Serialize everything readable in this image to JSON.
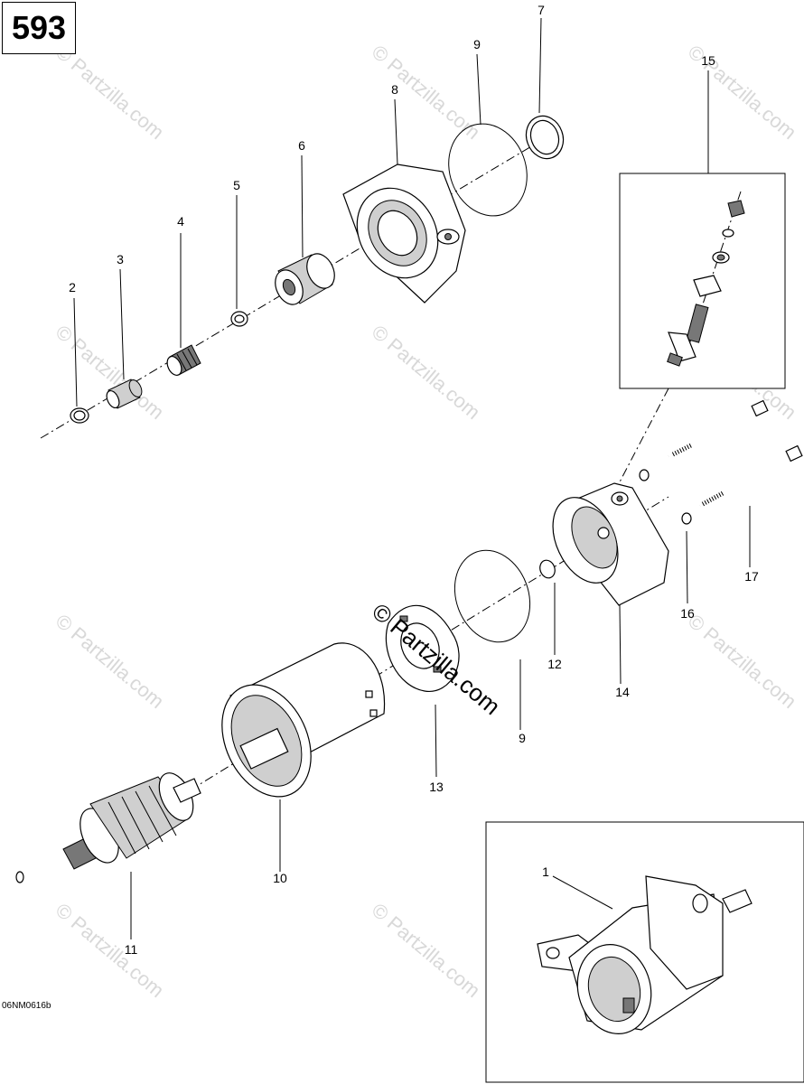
{
  "page_number": "593",
  "diagram_code": "06NM0616b",
  "watermark": "© Partzilla.com",
  "callouts": [
    "1",
    "2",
    "3",
    "4",
    "5",
    "6",
    "7",
    "8",
    "9",
    "9",
    "10",
    "11",
    "12",
    "13",
    "14",
    "15",
    "16",
    "17"
  ]
}
